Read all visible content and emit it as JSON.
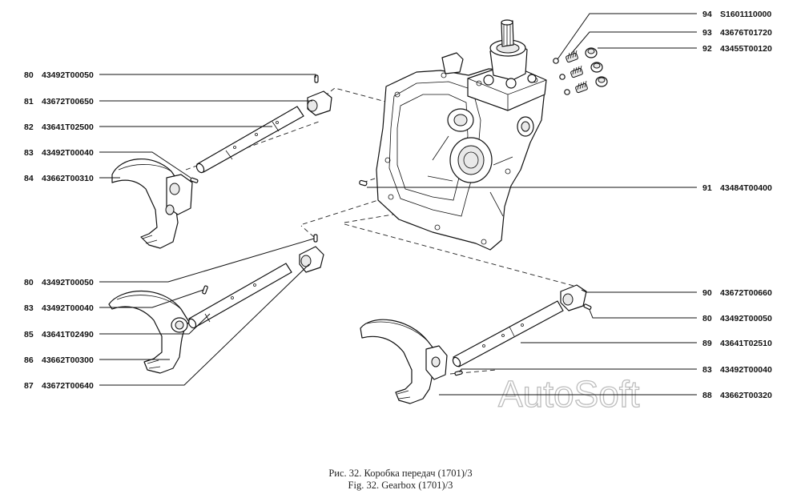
{
  "watermark": "AutoSoft",
  "caption": {
    "ru": "Рис. 32. Коробка передач (1701)/3",
    "en": "Fig. 32. Gearbox (1701)/3"
  },
  "callouts": [
    {
      "id": "80a",
      "num": "80",
      "code": "43492T00050"
    },
    {
      "id": "81",
      "num": "81",
      "code": "43672T00650"
    },
    {
      "id": "82",
      "num": "82",
      "code": "43641T02500"
    },
    {
      "id": "83a",
      "num": "83",
      "code": "43492T00040"
    },
    {
      "id": "84",
      "num": "84",
      "code": "43662T00310"
    },
    {
      "id": "80b",
      "num": "80",
      "code": "43492T00050"
    },
    {
      "id": "83b",
      "num": "83",
      "code": "43492T00040"
    },
    {
      "id": "85",
      "num": "85",
      "code": "43641T02490"
    },
    {
      "id": "86",
      "num": "86",
      "code": "43662T00300"
    },
    {
      "id": "87",
      "num": "87",
      "code": "43672T00640"
    },
    {
      "id": "94",
      "num": "94",
      "code": "S1601110000"
    },
    {
      "id": "93",
      "num": "93",
      "code": "43676T01720"
    },
    {
      "id": "92",
      "num": "92",
      "code": "43455T00120"
    },
    {
      "id": "91",
      "num": "91",
      "code": "43484T00400"
    },
    {
      "id": "90",
      "num": "90",
      "code": "43672T00660"
    },
    {
      "id": "80c",
      "num": "80",
      "code": "43492T00050"
    },
    {
      "id": "89",
      "num": "89",
      "code": "43641T02510"
    },
    {
      "id": "83c",
      "num": "83",
      "code": "43492T00040"
    },
    {
      "id": "88",
      "num": "88",
      "code": "43662T00320"
    }
  ]
}
